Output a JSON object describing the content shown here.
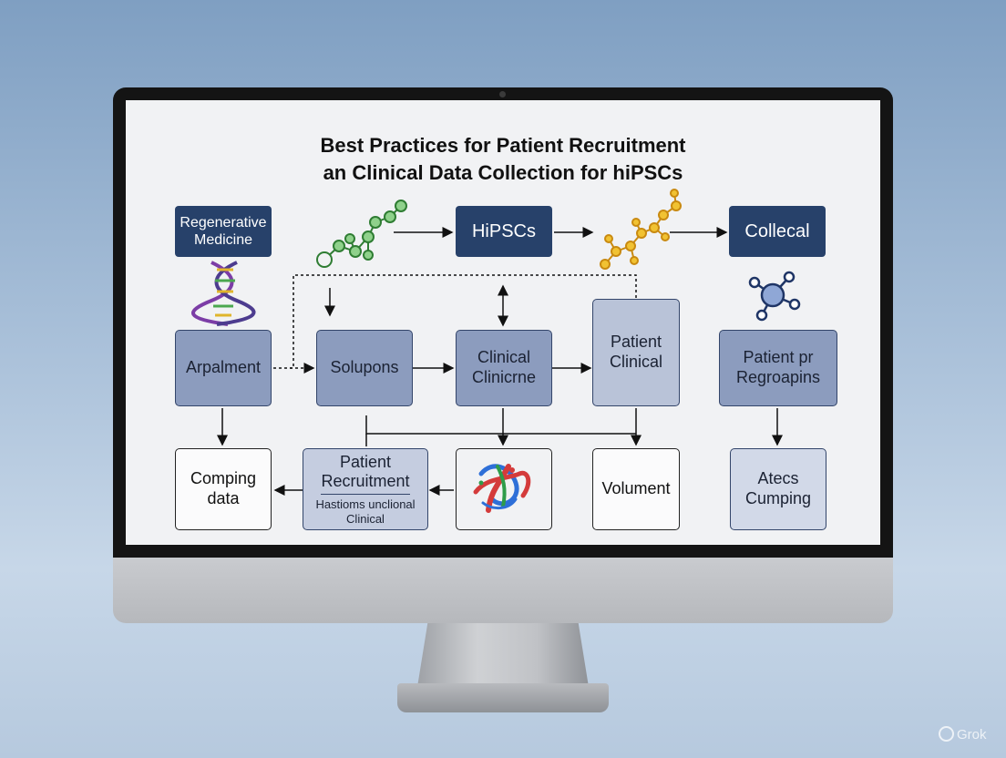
{
  "title": {
    "line1": "Best Practices for Patient Recruitment",
    "line2": "an Clinical Data Collection for hiPSCs"
  },
  "boxes": {
    "regen": {
      "line1": "Regenerative",
      "line2": "Medicine"
    },
    "hipscs": "HiPSCs",
    "collecal": "Collecal",
    "arpalment": "Arpalment",
    "solupons": "Solupons",
    "clinical_clinicrne": {
      "line1": "Clinical",
      "line2": "Clinicrne"
    },
    "patient_clinical": {
      "line1": "Patient",
      "line2": "Clinical"
    },
    "patient_regroapins": {
      "line1": "Patient pr",
      "line2": "Regroapins"
    },
    "comping_data": {
      "line1": "Comping",
      "line2": "data"
    },
    "patient_recruitment": {
      "line1": "Patient",
      "line2": "Recruitment",
      "sub1": "Hastioms unclional",
      "sub2": "Clinical"
    },
    "volument": "Volument",
    "atecs_cumping": {
      "line1": "Atecs",
      "line2": "Cumping"
    }
  },
  "icons": [
    "dna-helix-icon",
    "molecule-green-icon",
    "molecule-orange-icon",
    "molecule-blue-icon",
    "protein-ribbon-icon"
  ],
  "colors": {
    "dark_box": "#27416a",
    "mid_box": "#8c9cbe",
    "light_box": "#b9c3d8",
    "screen": "#f1f2f4"
  },
  "watermark": "Grok"
}
